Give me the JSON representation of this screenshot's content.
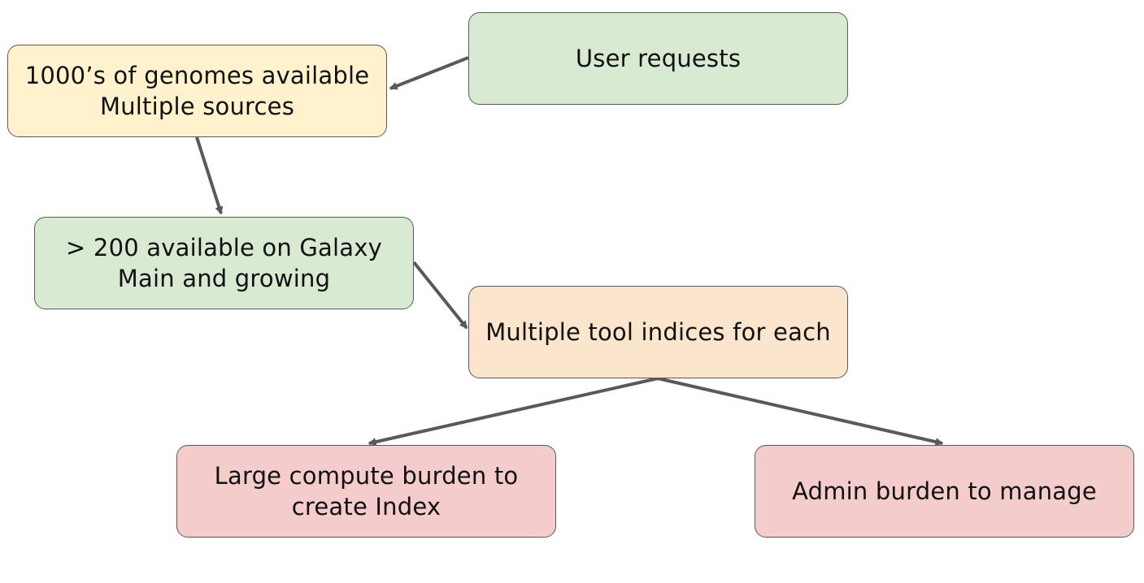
{
  "colors": {
    "yellow_fill": "#fff2cc",
    "green_fill": "#d9ead3",
    "orange_fill": "#fce5cd",
    "red_fill": "#f4cccc",
    "border": "#595959",
    "arrow": "#595959"
  },
  "nodes": {
    "genomes": {
      "line1": "1000’s of genomes available",
      "line2": "Multiple sources",
      "fill": "#fff2cc"
    },
    "requests": {
      "line1": "User requests",
      "fill": "#d9ead3"
    },
    "galaxy": {
      "line1": "> 200 available on Galaxy",
      "line2": "Main and growing",
      "fill": "#d9ead3"
    },
    "indices": {
      "line1": "Multiple tool indices for each",
      "fill": "#fce5cd"
    },
    "compute": {
      "line1": "Large compute burden to",
      "line2": "create Index",
      "fill": "#f4cccc"
    },
    "admin": {
      "line1": "Admin burden to manage",
      "fill": "#f4cccc"
    }
  },
  "edges": [
    {
      "from": "User requests",
      "to": "1000’s of genomes available"
    },
    {
      "from": "1000’s of genomes available",
      "to": "> 200 available on Galaxy"
    },
    {
      "from": "> 200 available on Galaxy",
      "to": "Multiple tool indices for each"
    },
    {
      "from": "Multiple tool indices for each",
      "to": "Large compute burden to"
    },
    {
      "from": "Multiple tool indices for each",
      "to": "Admin burden to manage"
    }
  ]
}
